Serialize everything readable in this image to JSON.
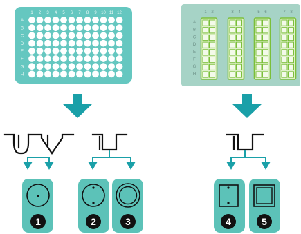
{
  "colors": {
    "teal_plate": "#65c7c0",
    "teal_dark": "#3aada5",
    "teal_card": "#5cc2b8",
    "arrow": "#1aa0a8",
    "connector": "#1aa0a8",
    "strip_plate": "#a6d3c6",
    "strip_green": "#7bbf3a",
    "stroke": "#111111",
    "badge": "#111111",
    "well": "#ffffff"
  },
  "plate96": {
    "column_labels": [
      "1",
      "2",
      "3",
      "4",
      "5",
      "6",
      "7",
      "8",
      "9",
      "10",
      "11",
      "12"
    ],
    "row_labels": [
      "A",
      "B",
      "C",
      "D",
      "E",
      "F",
      "G",
      "H"
    ]
  },
  "strip_plate": {
    "column_labels": [
      "1",
      "2",
      "3",
      "4",
      "5",
      "6",
      "7",
      "8"
    ],
    "row_labels": [
      "A",
      "B",
      "C",
      "D",
      "E",
      "F",
      "G",
      "H"
    ]
  },
  "badges": [
    "1",
    "2",
    "3",
    "4",
    "5"
  ]
}
